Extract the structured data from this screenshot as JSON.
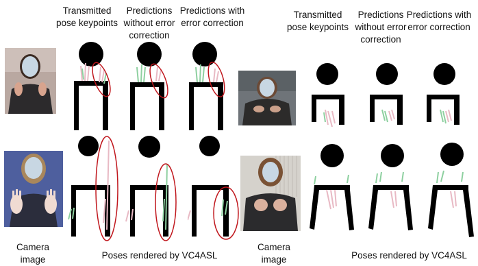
{
  "left_panel": {
    "headers": [
      "Transmitted pose keypoints",
      "Predictions without error correction",
      "Predictions with error correction"
    ],
    "camera_label": "Camera image",
    "render_label": "Poses rendered by VC4ASL"
  },
  "right_panel": {
    "headers": [
      "Transmitted pose keypoints",
      "Predictions without error correction",
      "Predictions with error correction"
    ],
    "camera_label": "Camera image",
    "render_label": "Poses rendered by VC4ASL"
  },
  "colors": {
    "pose": "#000000",
    "highlight_ellipse": "#c0171d",
    "hand_pink": "#e8b9c4",
    "hand_green": "#8ed0a0",
    "face_blur": "#c8d7e3"
  }
}
